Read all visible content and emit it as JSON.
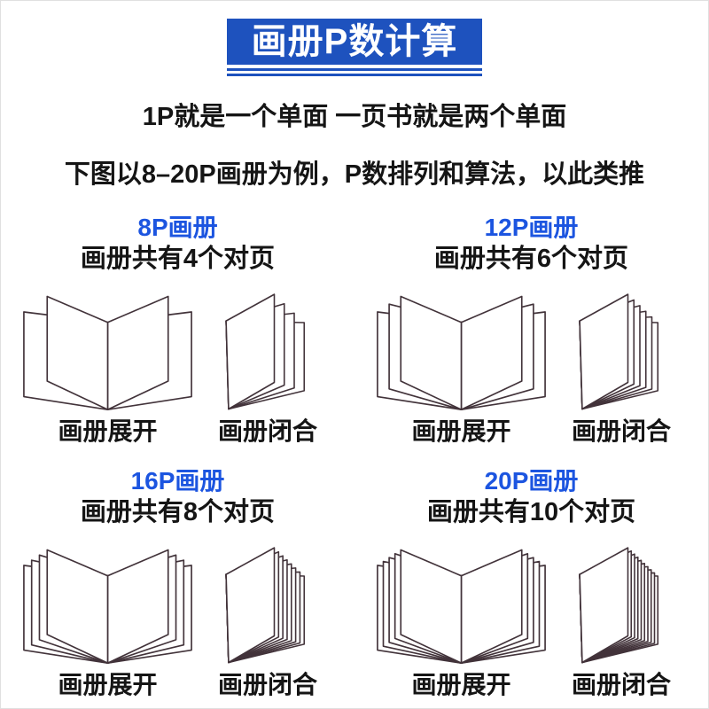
{
  "colors": {
    "banner_bg": "#1e52be",
    "banner_text": "#ffffff",
    "accent_blue": "#1c55e0",
    "line": "#42333a",
    "text": "#151515",
    "background": "#ffffff"
  },
  "banner": {
    "title": "画册P数计算"
  },
  "intro": {
    "line1": "1P就是一个单面 一页书就是两个单面",
    "line2": "下图以8–20P画册为例，P数排列和算法，以此类推"
  },
  "labels": {
    "open": "画册展开",
    "closed": "画册闭合"
  },
  "sections": [
    {
      "title": "8P画册",
      "subtitle": "画册共有4个对页",
      "spreads": 4,
      "open_leaves_per_side": 2,
      "closed_layers": 4
    },
    {
      "title": "12P画册",
      "subtitle": "画册共有6个对页",
      "spreads": 6,
      "open_leaves_per_side": 3,
      "closed_layers": 6
    },
    {
      "title": "16P画册",
      "subtitle": "画册共有8个对页",
      "spreads": 8,
      "open_leaves_per_side": 4,
      "closed_layers": 8
    },
    {
      "title": "20P画册",
      "subtitle": "画册共有10个对页",
      "spreads": 10,
      "open_leaves_per_side": 5,
      "closed_layers": 10
    }
  ]
}
